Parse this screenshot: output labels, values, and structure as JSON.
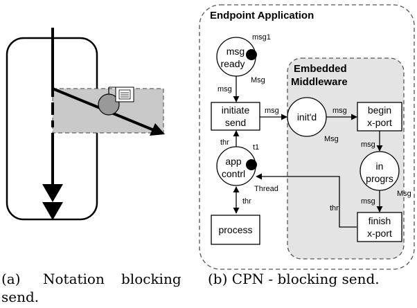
{
  "captions": {
    "a_line1_left": "(a)",
    "a_line1_mid": "Notation",
    "a_line1_right": "blocking",
    "a_line2": "send.",
    "b": "(b) CPN - blocking send."
  },
  "cpn": {
    "endpoint_title": "Endpoint Application",
    "middleware_title_1": "Embedded",
    "middleware_title_2": "Middleware",
    "places": {
      "msg_ready": {
        "label_1": "msg",
        "label_2": "ready",
        "token": "msg1",
        "type": "Msg"
      },
      "initd": {
        "label": "init'd",
        "type": "Msg"
      },
      "in_progrs": {
        "label_1": "in",
        "label_2": "progrs",
        "type": "Msg"
      },
      "app_contrl": {
        "label_1": "app",
        "label_2": "contrl",
        "token": "t1",
        "type": "Thread"
      }
    },
    "transitions": {
      "initiate_send": {
        "label_1": "initiate",
        "label_2": "send"
      },
      "begin_xport": {
        "label_1": "begin",
        "label_2": "x-port"
      },
      "finish_xport": {
        "label_1": "finish",
        "label_2": "x-port"
      },
      "process": {
        "label": "process"
      }
    },
    "arc_labels": {
      "ready_to_initiate": "msg",
      "initiate_to_initd": "msg",
      "initd_to_begin": "msg",
      "begin_to_progrs": "msg",
      "progrs_to_finish": "msg",
      "finish_to_app": "thr",
      "app_to_initiate": "thr",
      "app_process": "thr"
    }
  }
}
